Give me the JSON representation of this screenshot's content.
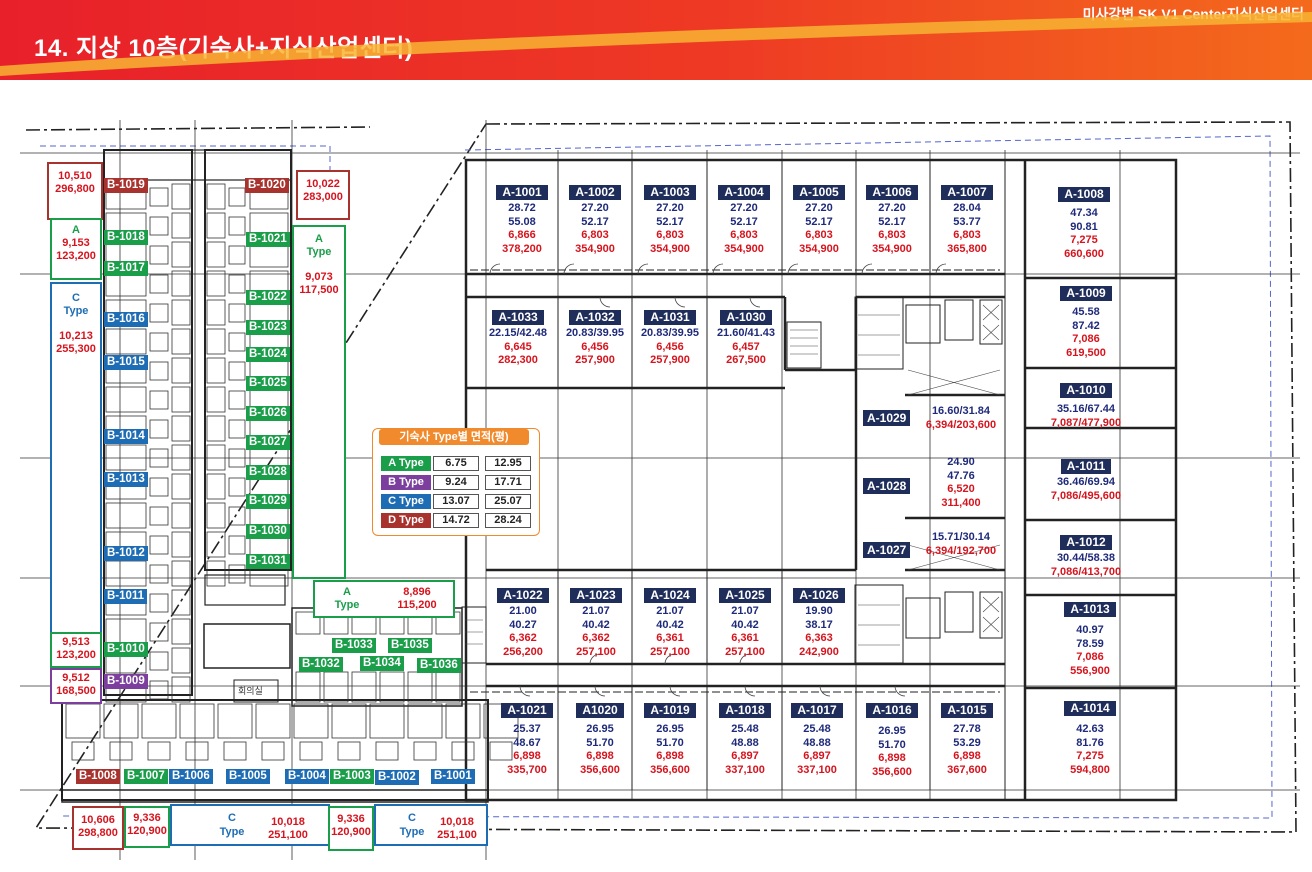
{
  "header": {
    "title": "14. 지상 10층(기숙사+지식산업센터)",
    "site": "미사강변 SK V1 Center지식산업센터"
  },
  "colors": {
    "header": "#e8202a",
    "navy": "#1f2d5a",
    "red": "#d6141e",
    "green": "#1a9e4a",
    "blue": "#1e6db4",
    "maroon": "#a8332e",
    "purple": "#7c3f9e",
    "orange": "#f08a2c"
  },
  "units": {
    "a1001": {
      "label": "A-1001",
      "a": "28.72",
      "b": "55.08",
      "c": "6,866",
      "d": "378,200"
    },
    "a1002": {
      "label": "A-1002",
      "a": "27.20",
      "b": "52.17",
      "c": "6,803",
      "d": "354,900"
    },
    "a1003": {
      "label": "A-1003",
      "a": "27.20",
      "b": "52.17",
      "c": "6,803",
      "d": "354,900"
    },
    "a1004": {
      "label": "A-1004",
      "a": "27.20",
      "b": "52.17",
      "c": "6,803",
      "d": "354,900"
    },
    "a1005": {
      "label": "A-1005",
      "a": "27.20",
      "b": "52.17",
      "c": "6,803",
      "d": "354,900"
    },
    "a1006": {
      "label": "A-1006",
      "a": "27.20",
      "b": "52.17",
      "c": "6,803",
      "d": "354,900"
    },
    "a1007": {
      "label": "A-1007",
      "a": "28.04",
      "b": "53.77",
      "c": "6,803",
      "d": "365,800"
    },
    "a1008": {
      "label": "A-1008",
      "a": "47.34",
      "b": "90.81",
      "c": "7,275",
      "d": "660,600"
    },
    "a1033": {
      "label": "A-1033",
      "a": "22.15/42.48",
      "c": "6,645",
      "d": "282,300"
    },
    "a1032": {
      "label": "A-1032",
      "a": "20.83/39.95",
      "c": "6,456",
      "d": "257,900"
    },
    "a1031": {
      "label": "A-1031",
      "a": "20.83/39.95",
      "c": "6,456",
      "d": "257,900"
    },
    "a1030": {
      "label": "A-1030",
      "a": "21.60/41.43",
      "c": "6,457",
      "d": "267,500"
    },
    "a1009": {
      "label": "A-1009",
      "a": "45.58",
      "b": "87.42",
      "c": "7,086",
      "d": "619,500"
    },
    "a1010": {
      "label": "A-1010",
      "a": "35.16/67.44",
      "c": "7,087/477,900"
    },
    "a1011": {
      "label": "A-1011",
      "a": "36.46/69.94",
      "c": "7,086/495,600"
    },
    "a1012": {
      "label": "A-1012",
      "a": "30.44/58.38",
      "c": "7,086/413,700"
    },
    "a1013": {
      "label": "A-1013",
      "a": "40.97",
      "b": "78.59",
      "c": "7,086",
      "d": "556,900"
    },
    "a1014": {
      "label": "A-1014",
      "a": "42.63",
      "b": "81.76",
      "c": "7,275",
      "d": "594,800"
    },
    "a1029": {
      "label": "A-1029",
      "a": "16.60/31.84",
      "c": "6,394/203,600"
    },
    "a1028": {
      "label": "A-1028",
      "a": "24.90",
      "b": "47.76",
      "c": "6,520",
      "d": "311,400"
    },
    "a1027": {
      "label": "A-1027",
      "a": "15.71/30.14",
      "c": "6,394/192,700"
    },
    "a1022": {
      "label": "A-1022",
      "a": "21.00",
      "b": "40.27",
      "c": "6,362",
      "d": "256,200"
    },
    "a1023": {
      "label": "A-1023",
      "a": "21.07",
      "b": "40.42",
      "c": "6,362",
      "d": "257,100"
    },
    "a1024": {
      "label": "A-1024",
      "a": "21.07",
      "b": "40.42",
      "c": "6,361",
      "d": "257,100"
    },
    "a1025": {
      "label": "A-1025",
      "a": "21.07",
      "b": "40.42",
      "c": "6,361",
      "d": "257,100"
    },
    "a1026": {
      "label": "A-1026",
      "a": "19.90",
      "b": "38.17",
      "c": "6,363",
      "d": "242,900"
    },
    "a1021": {
      "label": "A-1021",
      "a": "25.37",
      "b": "48.67",
      "c": "6,898",
      "d": "335,700"
    },
    "a1020": {
      "label": "A1020",
      "a": "26.95",
      "b": "51.70",
      "c": "6,898",
      "d": "356,600"
    },
    "a1019": {
      "label": "A-1019",
      "a": "26.95",
      "b": "51.70",
      "c": "6,898",
      "d": "356,600"
    },
    "a1018": {
      "label": "A-1018",
      "a": "25.48",
      "b": "48.88",
      "c": "6,897",
      "d": "337,100"
    },
    "a1017": {
      "label": "A-1017",
      "a": "25.48",
      "b": "48.88",
      "c": "6,897",
      "d": "337,100"
    },
    "a1016": {
      "label": "A-1016",
      "a": "26.95",
      "b": "51.70",
      "c": "6,898",
      "d": "356,600"
    },
    "a1015": {
      "label": "A-1015",
      "a": "27.78",
      "b": "53.29",
      "c": "6,898",
      "d": "367,600"
    }
  },
  "b_units": [
    "B-1019",
    "B-1020",
    "B-1018",
    "B-1021",
    "B-1017",
    "B-1022",
    "B-1016",
    "B-1023",
    "B-1024",
    "B-1015",
    "B-1025",
    "B-1026",
    "B-1014",
    "B-1027",
    "B-1028",
    "B-1013",
    "B-1029",
    "B-1030",
    "B-1012",
    "B-1031",
    "B-1011",
    "B-1010",
    "B-1009",
    "B-1033",
    "B-1035",
    "B-1032",
    "B-1034",
    "B-1036",
    "B-1008",
    "B-1007",
    "B-1006",
    "B-1005",
    "B-1004",
    "B-1003",
    "B-1002",
    "B-1001"
  ],
  "callouts": {
    "c1": {
      "a": "10,510",
      "b": "296,800"
    },
    "c2": {
      "a": "10,022",
      "b": "283,000"
    },
    "c3": {
      "t": "A",
      "a": "9,153",
      "b": "123,200"
    },
    "c4": {
      "t1": "A",
      "t2": "Type",
      "a": "9,073",
      "b": "117,500"
    },
    "c5": {
      "t1": "C",
      "t2": "Type",
      "a": "10,213",
      "b": "255,300"
    },
    "c6": {
      "t1": "A",
      "t2": "Type",
      "a": "8,896",
      "b": "115,200"
    },
    "c7": {
      "a": "9,513",
      "b": "123,200"
    },
    "c8": {
      "a": "9,512",
      "b": "168,500"
    },
    "c9": {
      "a": "10,606",
      "b": "298,800"
    },
    "c10": {
      "a": "9,336",
      "b": "120,900"
    },
    "c11": {
      "t1": "C",
      "t2": "Type",
      "a": "10,018",
      "b": "251,100"
    },
    "c12": {
      "a": "9,336",
      "b": "120,900"
    },
    "c13": {
      "t1": "C",
      "t2": "Type",
      "a": "10,018",
      "b": "251,100"
    }
  },
  "legend": {
    "title": "기숙사 Type별 면적(평)",
    "rows": [
      {
        "type": "A Type",
        "v1": "6.75",
        "v2": "12.95"
      },
      {
        "type": "B Type",
        "v1": "9.24",
        "v2": "17.71"
      },
      {
        "type": "C Type",
        "v1": "13.07",
        "v2": "25.07"
      },
      {
        "type": "D Type",
        "v1": "14.72",
        "v2": "28.24"
      }
    ]
  },
  "misc": {
    "room": "회의실"
  }
}
